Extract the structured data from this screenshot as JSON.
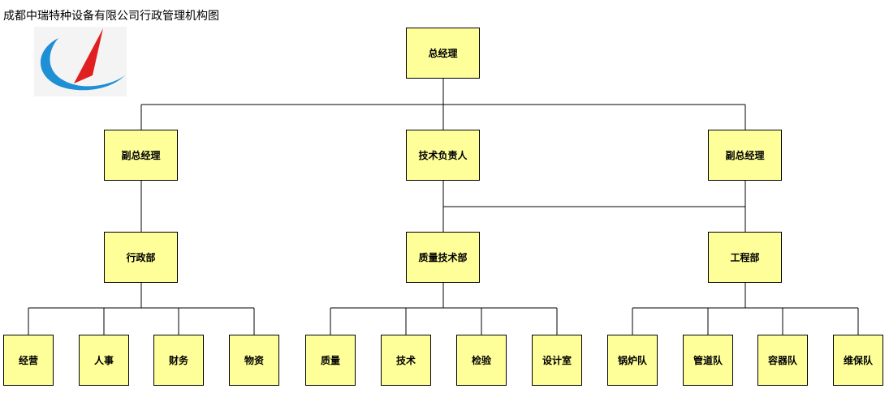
{
  "title": "成都中瑞特种设备有限公司行政管理机构图",
  "logo": {
    "icon": "company-logo-icon",
    "colors": {
      "swoosh": "#1f8fd6",
      "needle": "#e02020"
    }
  },
  "colors": {
    "box_fill": "#ffff99",
    "border": "#000000"
  },
  "org": {
    "gm": "总经理",
    "vp_left": "副总经理",
    "tech_lead": "技术负责人",
    "vp_right": "副总经理",
    "admin_dept": "行政部",
    "qa_dept": "质量技术部",
    "eng_dept": "工程部",
    "admin_units": [
      "经营",
      "人事",
      "财务",
      "物资"
    ],
    "qa_units": [
      "质量",
      "技术",
      "检验",
      "设计室"
    ],
    "eng_units": [
      "锅炉队",
      "管道队",
      "容器队",
      "维保队"
    ]
  }
}
